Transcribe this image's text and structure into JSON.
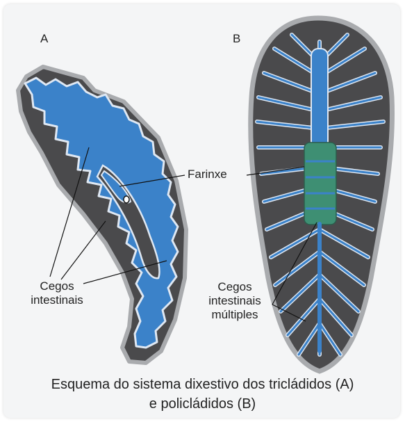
{
  "panel_a": {
    "letter": "A",
    "cecum_label_line1": "Cegos",
    "cecum_label_line2": "intestinais"
  },
  "panel_b": {
    "letter": "B",
    "cecum_label_line1": "Cegos",
    "cecum_label_line2": "intestinais",
    "cecum_label_line3": "múltiples"
  },
  "pharynx_label": "Farinxe",
  "caption": {
    "line1": "Esquema do sistema dixestivo dos tricládidos (A)",
    "line2": "e policládidos (B)"
  },
  "colors": {
    "body_fill": "#4a4a4c",
    "body_outline": "#a9abae",
    "gut_fill": "#3b82c9",
    "gut_outline": "#dfe8f3",
    "pharynx_fill": "#3e8f73"
  }
}
